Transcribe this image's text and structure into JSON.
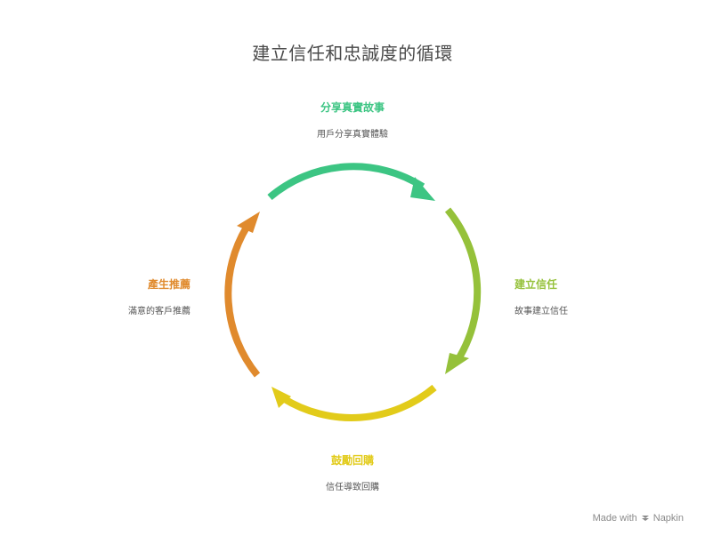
{
  "title": "建立信任和忠誠度的循環",
  "steps": [
    {
      "title": "分享真實故事",
      "description": "用戶分享真實體驗",
      "color": "#3cc583"
    },
    {
      "title": "建立信任",
      "description": "故事建立信任",
      "color": "#95c13a"
    },
    {
      "title": "鼓勵回購",
      "description": "信任導致回購",
      "color": "#e2cb1a"
    },
    {
      "title": "產生推薦",
      "description": "滿意的客戶推薦",
      "color": "#e08a2d"
    }
  ],
  "footer": {
    "made_with": "Made with",
    "brand": "Napkin",
    "icon": "napkin-logo-icon"
  }
}
